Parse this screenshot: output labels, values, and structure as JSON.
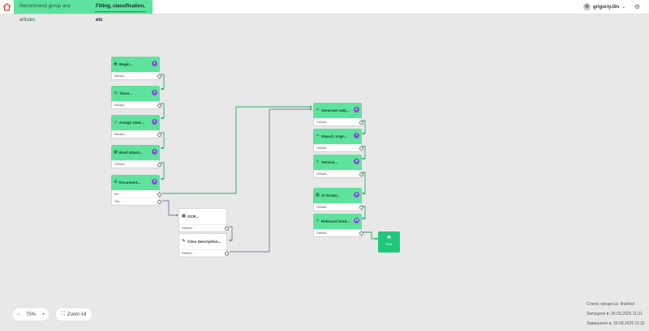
{
  "topbar": {
    "home_icon": "home-icon",
    "tabs": [
      {
        "label": "Recommend group and articles"
      },
      {
        "label": "Filling, classification, etc"
      }
    ],
    "user": {
      "name": "grigoriy.ilin",
      "chevron": "⌄"
    },
    "settings_icon": "gear-icon"
  },
  "nodes": {
    "begin": {
      "title": "Begin...",
      "badge": "1",
      "rows": [
        "Always..."
      ]
    },
    "timer": {
      "title": "Timer...",
      "badge": "2",
      "rows": [
        "Always..."
      ]
    },
    "assign": {
      "title": "Assign User...",
      "badge": "3",
      "rows": [
        "Always..."
      ]
    },
    "bind": {
      "title": "Bind attach...",
      "badge": "4",
      "rows": [
        "Default..."
      ]
    },
    "document": {
      "title": "Document...",
      "badge": "5",
      "rows": [
        "No...",
        "Yes..."
      ]
    },
    "ocr": {
      "title": "OCR...",
      "rows": [
        "Default..."
      ]
    },
    "clear": {
      "title": "Clear description...",
      "rows": [
        "Default..."
      ]
    },
    "generate": {
      "title": "Generate subj...",
      "badge": "6",
      "rows": [
        "Default..."
      ]
    },
    "impact": {
      "title": "Impact, Urge...",
      "badge": "7",
      "rows": [
        "Default..."
      ]
    },
    "service": {
      "title": "Service...",
      "badge": "8",
      "rows": [
        "Default..."
      ]
    },
    "aiscript": {
      "title": "AI Script...",
      "badge": "9",
      "rows": [
        "Default..."
      ]
    },
    "relevant": {
      "title": "Relevant incid...",
      "badge": "10",
      "rows": [
        "Default..."
      ]
    },
    "end": {
      "title": "End"
    }
  },
  "controls": {
    "zoom_minus": "−",
    "zoom_level": "75%",
    "zoom_plus": "+",
    "zoom_all": "Zoom All"
  },
  "status": {
    "process": "Статус процесса: finished",
    "started": "Запущено в: 26.09.2025 11:21",
    "finished": "Завершено в: 26.09.2025 11:22"
  },
  "colors": {
    "node_green": "#5ee39c",
    "end_green": "#1fc77a",
    "badge_purple": "#7b52d8",
    "edge_green": "#1fae66",
    "edge_gray": "#7a7a9a"
  }
}
